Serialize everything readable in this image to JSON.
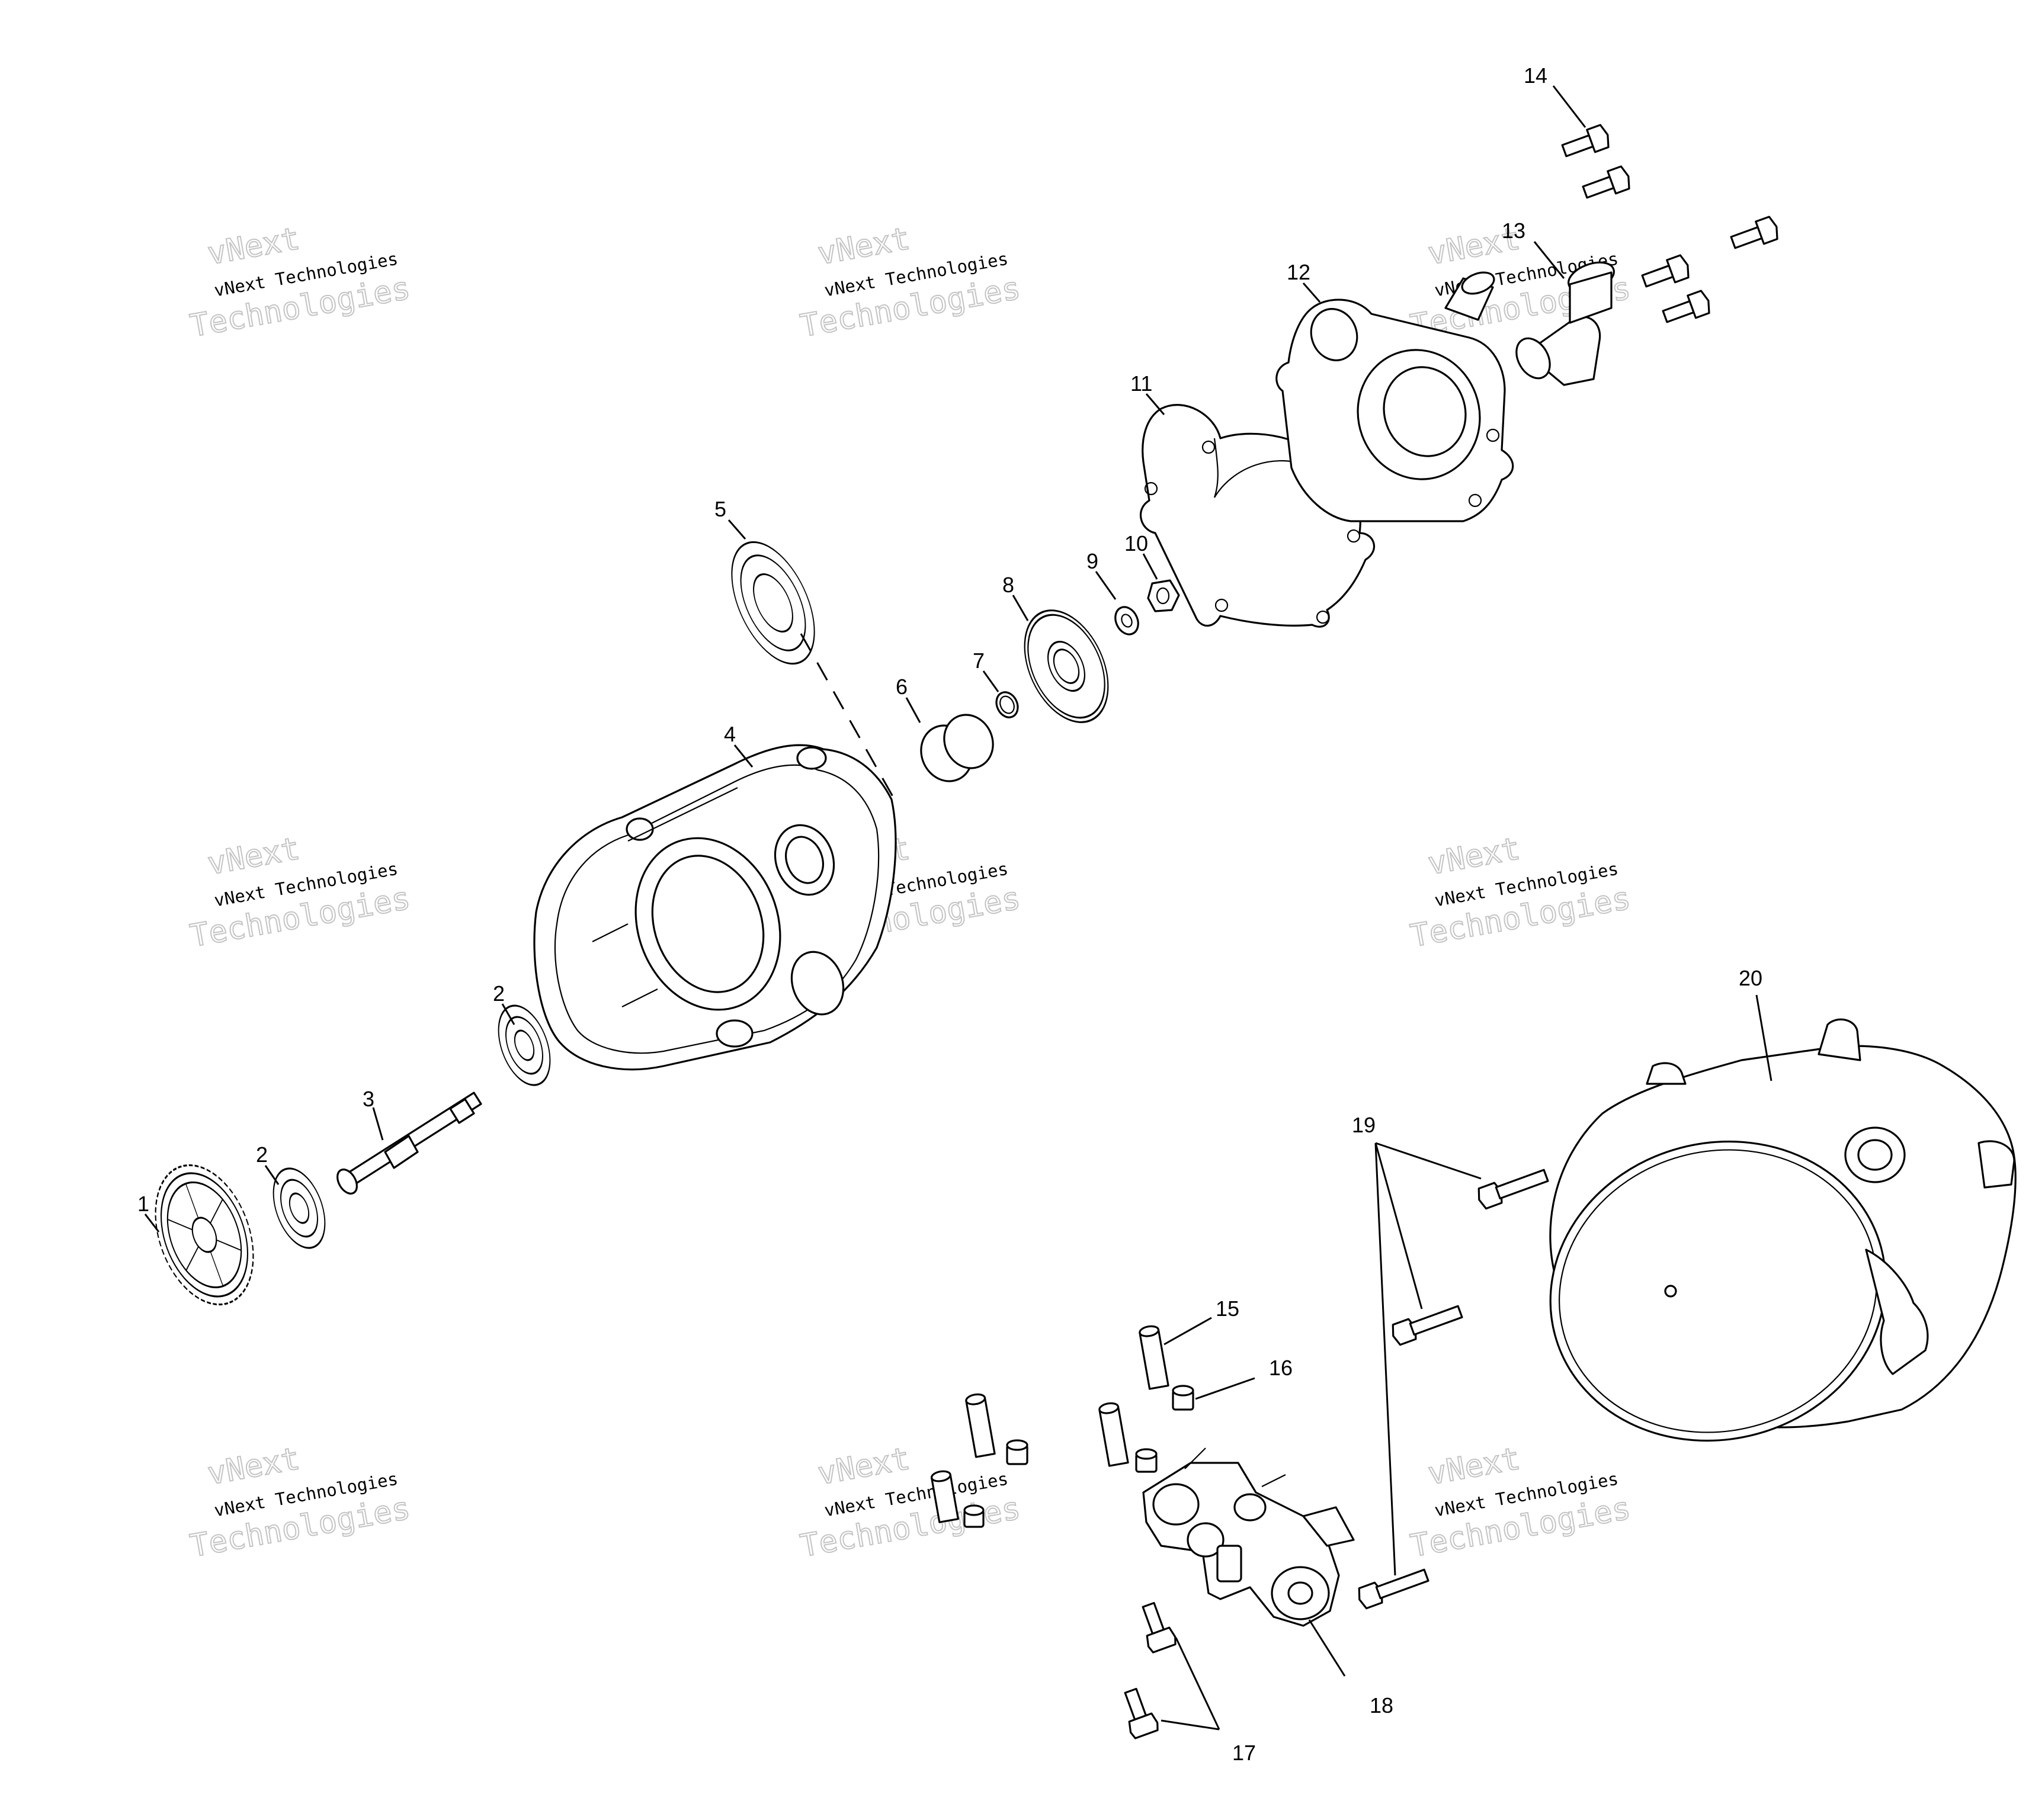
{
  "callouts": [
    {
      "id": "1",
      "label": "1"
    },
    {
      "id": "2a",
      "label": "2"
    },
    {
      "id": "2b",
      "label": "2"
    },
    {
      "id": "3",
      "label": "3"
    },
    {
      "id": "4",
      "label": "4"
    },
    {
      "id": "5",
      "label": "5"
    },
    {
      "id": "6",
      "label": "6"
    },
    {
      "id": "7",
      "label": "7"
    },
    {
      "id": "8",
      "label": "8"
    },
    {
      "id": "9",
      "label": "9"
    },
    {
      "id": "10",
      "label": "10"
    },
    {
      "id": "11",
      "label": "11"
    },
    {
      "id": "12",
      "label": "12"
    },
    {
      "id": "13",
      "label": "13"
    },
    {
      "id": "14",
      "label": "14"
    },
    {
      "id": "15",
      "label": "15"
    },
    {
      "id": "16",
      "label": "16"
    },
    {
      "id": "17",
      "label": "17"
    },
    {
      "id": "18",
      "label": "18"
    },
    {
      "id": "19",
      "label": "19"
    },
    {
      "id": "20",
      "label": "20"
    }
  ],
  "watermark": {
    "line_small": "vNext Technologies",
    "line_top": "vNext",
    "line_bottom": "Technologies"
  }
}
